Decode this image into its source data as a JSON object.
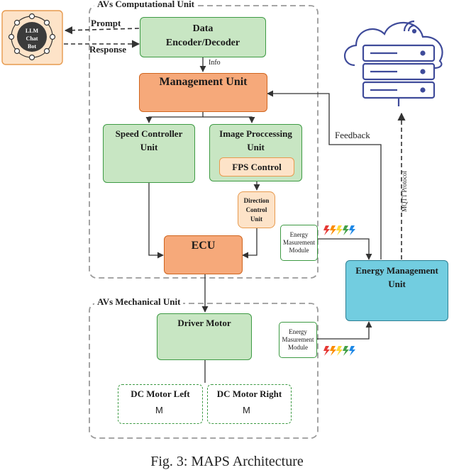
{
  "groups": {
    "computational": "AVs Computational Unit",
    "mechanical": "AVs Mechanical Unit"
  },
  "nodes": {
    "llm": "LLM Chat Bot",
    "encoder": "Data Encoder/Decoder",
    "management": "Management Unit",
    "speed": "Speed Controller Unit",
    "image": "Image Proccessing Unit",
    "fps": "FPS Control",
    "direction": "Direction Control Unit",
    "ecu": "ECU",
    "energy_module_top": "Energy Masurement Module",
    "energy_module_bottom": "Energy Masurement Module",
    "energy_mgmt": "Energy Management Unit",
    "driver_motor": "Driver Motor",
    "dc_left": "DC Motor Left",
    "dc_right": "DC Motor Right"
  },
  "edges": {
    "prompt": "Prompt",
    "response": "Response",
    "info": "Info",
    "feedback": "Feedback",
    "mqtt": "MQTT Protocol"
  },
  "caption": "Fig. 3: MAPS Architecture",
  "colors": {
    "green_fill": "#c8e6c3",
    "green_stroke": "#3d9a43",
    "orange_fill": "#f6a97a",
    "light_orange_fill": "#fde3c8",
    "blue_fill": "#72cde0",
    "cloud_stroke": "#3f4b9a"
  }
}
